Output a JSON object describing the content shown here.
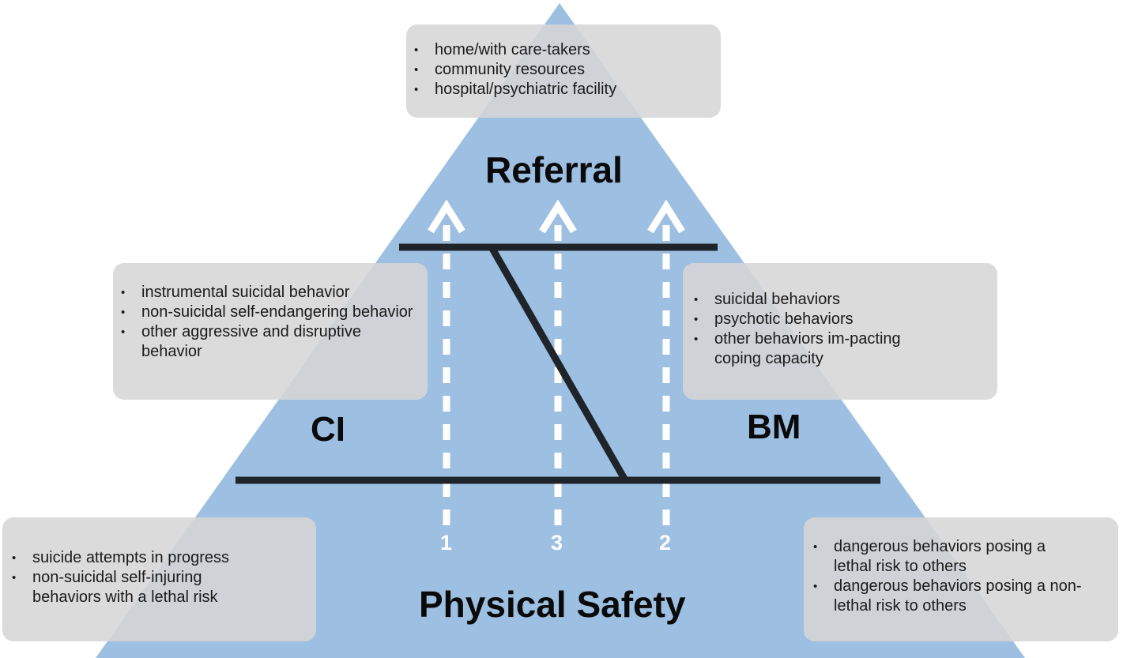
{
  "colors": {
    "pyramid": "#9cbfe2",
    "box": "#d6d6d6",
    "line": "#1f232a",
    "arrow": "#ffffff"
  },
  "labels": {
    "top": "Referral",
    "bottom": "Physical Safety",
    "left": "CI",
    "right": "BM"
  },
  "path_numbers": [
    "1",
    "3",
    "2"
  ],
  "boxes": {
    "referral": [
      "home/with care-takers",
      "community resources",
      "hospital/psychiatric facility"
    ],
    "ci_mid": [
      "instrumental suicidal behavior",
      "non-suicidal self-endangering behavior",
      "other aggressive and disruptive behavior"
    ],
    "bm_mid": [
      "suicidal behaviors",
      "psychotic behaviors",
      "other behaviors im-pacting coping capacity"
    ],
    "ci_bottom": [
      "suicide attempts in progress",
      "non-suicidal self-injuring behaviors with a lethal risk"
    ],
    "bm_bottom": [
      "dangerous behaviors posing a lethal risk to others",
      "dangerous behaviors posing a non-lethal risk to others"
    ]
  }
}
